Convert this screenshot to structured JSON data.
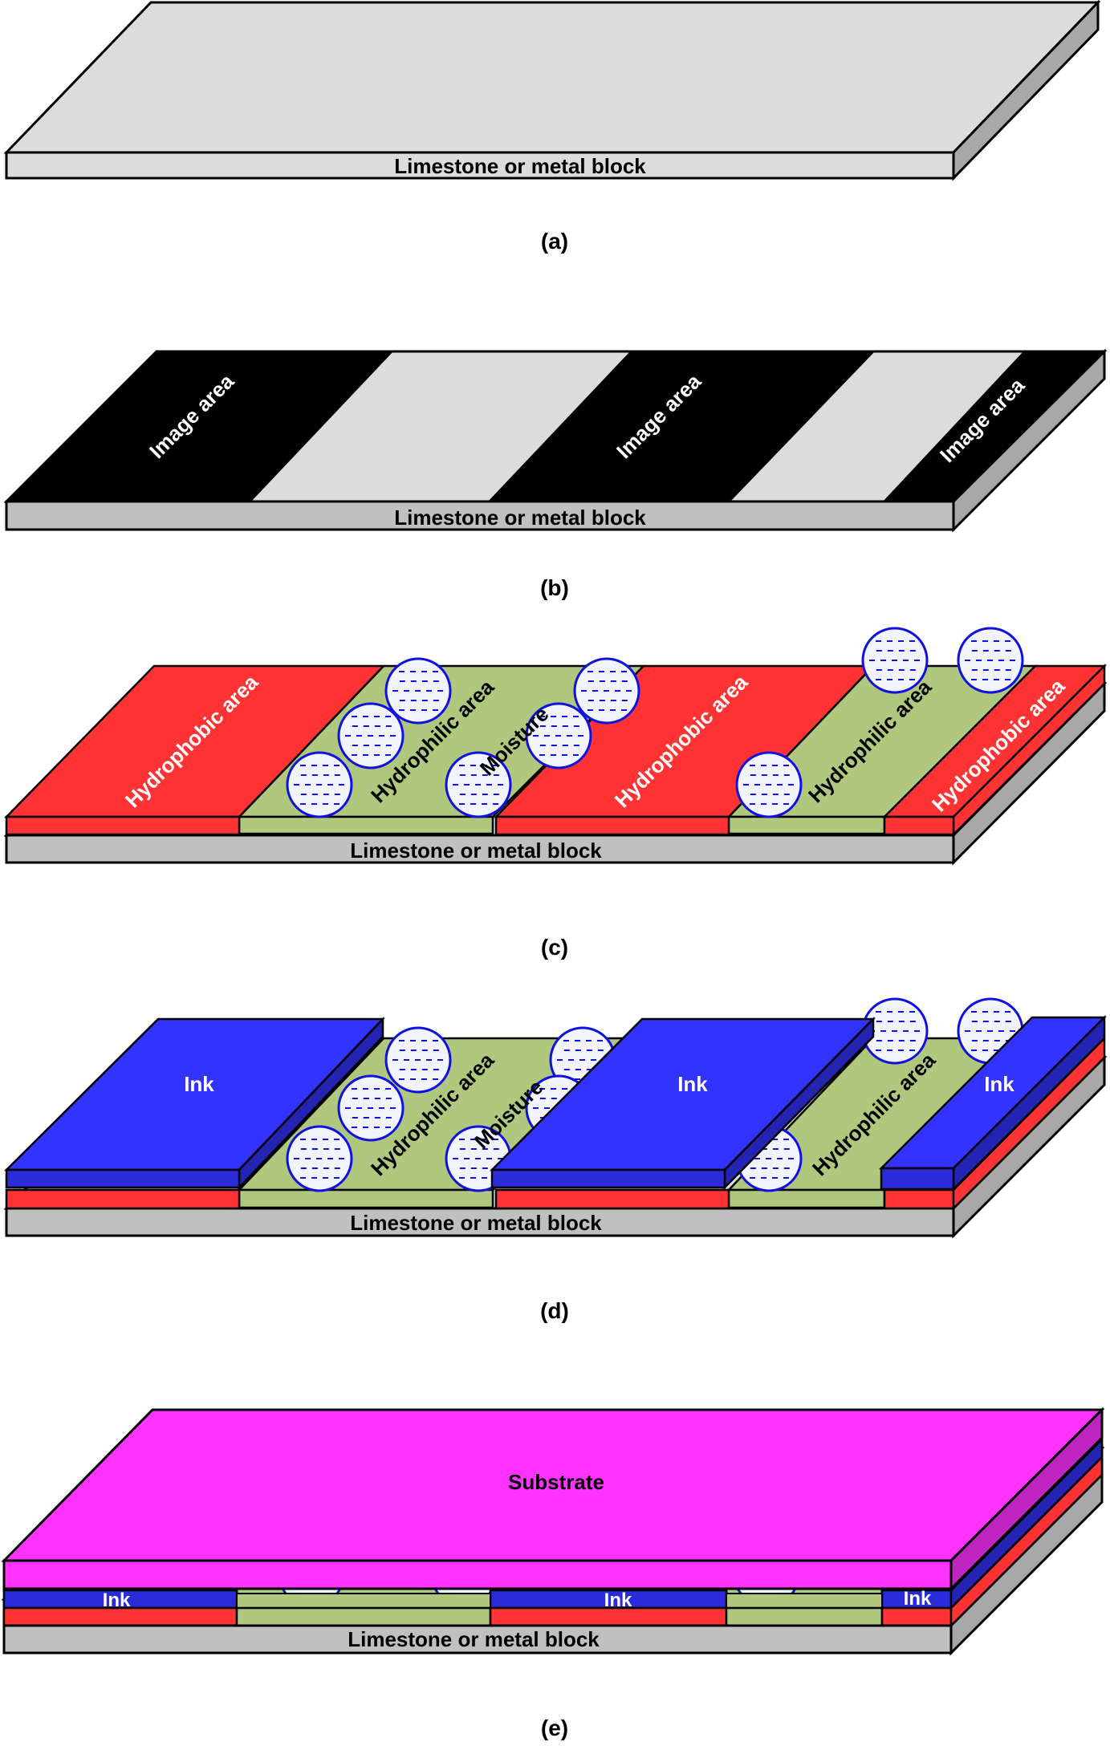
{
  "colors": {
    "block_top": "#dcdcdc",
    "block_front": "#c0c0c0",
    "block_side": "#a8a8a8",
    "image_area": "#000000",
    "hydrophobic": "#ff3333",
    "hydrophilic": "#b0c87e",
    "ink": "#3333ff",
    "substrate": "#ff33ff",
    "moisture_fill": "#f2f4ff",
    "moisture_stroke": "#1010e0"
  },
  "labels": {
    "block": "Limestone or metal block",
    "image_area": "Image area",
    "hydrophobic_area": "Hydrophobic area",
    "hydrophilic_area": "Hydrophilic area",
    "moisture": "Moisture",
    "ink": "Ink",
    "substrate": "Substrate"
  },
  "panels": [
    {
      "id": "a",
      "caption": "(a)"
    },
    {
      "id": "b",
      "caption": "(b)"
    },
    {
      "id": "c",
      "caption": "(c)"
    },
    {
      "id": "d",
      "caption": "(d)"
    },
    {
      "id": "e",
      "caption": "(e)"
    }
  ]
}
